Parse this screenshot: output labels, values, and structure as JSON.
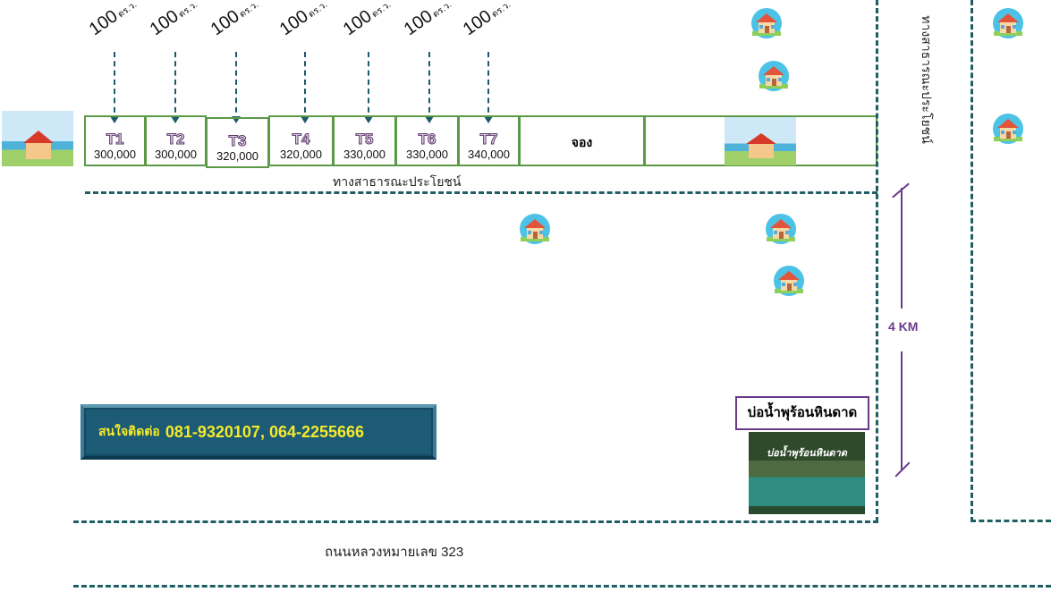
{
  "lots": [
    {
      "id": "T1",
      "price": "300,000",
      "area": "100",
      "unit": "ตร.ว."
    },
    {
      "id": "T2",
      "price": "300,000",
      "area": "100",
      "unit": "ตร.ว."
    },
    {
      "id": "T3",
      "price": "320,000",
      "area": "100",
      "unit": "ตร.ว."
    },
    {
      "id": "T4",
      "price": "320,000",
      "area": "100",
      "unit": "ตร.ว."
    },
    {
      "id": "T5",
      "price": "330,000",
      "area": "100",
      "unit": "ตร.ว."
    },
    {
      "id": "T6",
      "price": "330,000",
      "area": "100",
      "unit": "ตร.ว."
    },
    {
      "id": "T7",
      "price": "340,000",
      "area": "100",
      "unit": "ตร.ว."
    }
  ],
  "reserved_label": "จอง",
  "public_path_label": "ทางสาธารณะประโยชน์",
  "public_path_vertical_label": "ทางสาธารณะประโยชน์",
  "distance_label": "4 KM",
  "contact": {
    "prefix": "สนใจติดต่อ",
    "phones": "081-9320107, 064-2255666"
  },
  "hot_spring": {
    "label": "บ่อน้ำพุร้อนหินดาด",
    "image_text": "บ่อน้ำพุร้อนหินดาด"
  },
  "road_label": "ถนนหลวงหมายเลข 323",
  "colors": {
    "lot_border": "#5a9a46",
    "road": "#1f5e63",
    "distance": "#6a3a8a",
    "contact_bg": "#1c5a75",
    "contact_text": "#f5ea2a"
  }
}
